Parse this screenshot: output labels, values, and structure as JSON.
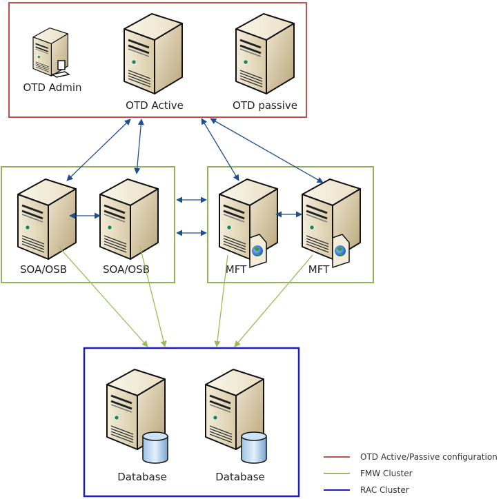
{
  "colors": {
    "otd_box": "#c0504d",
    "fmw_box": "#8fb356",
    "rac_box": "#1d1dbf",
    "blue_arrow": "#1f4e8c",
    "green_arrow": "#9bbb59"
  },
  "groups": {
    "otd": {
      "label": "OTD Active/Passive configuration",
      "nodes": [
        {
          "label": "OTD Admin",
          "icon": "server-admin-icon"
        },
        {
          "label": "OTD Active",
          "icon": "server-icon"
        },
        {
          "label": "OTD passive",
          "icon": "server-icon"
        }
      ]
    },
    "soa": {
      "label": "FMW Cluster",
      "nodes": [
        {
          "label": "SOA/OSB",
          "icon": "server-icon"
        },
        {
          "label": "SOA/OSB",
          "icon": "server-icon"
        }
      ]
    },
    "mft": {
      "label": "FMW Cluster",
      "nodes": [
        {
          "label": "MFT",
          "icon": "server-web-icon"
        },
        {
          "label": "MFT",
          "icon": "server-web-icon"
        }
      ]
    },
    "rac": {
      "label": "RAC Cluster",
      "nodes": [
        {
          "label": "Database",
          "icon": "server-database-icon"
        },
        {
          "label": "Database",
          "icon": "server-database-icon"
        }
      ]
    }
  },
  "legend": [
    {
      "label": "OTD Active/Passive configuration",
      "color": "#c0504d"
    },
    {
      "label": "FMW Cluster",
      "color": "#9bbb59"
    },
    {
      "label": "RAC Cluster",
      "color": "#1d1dbf"
    }
  ]
}
